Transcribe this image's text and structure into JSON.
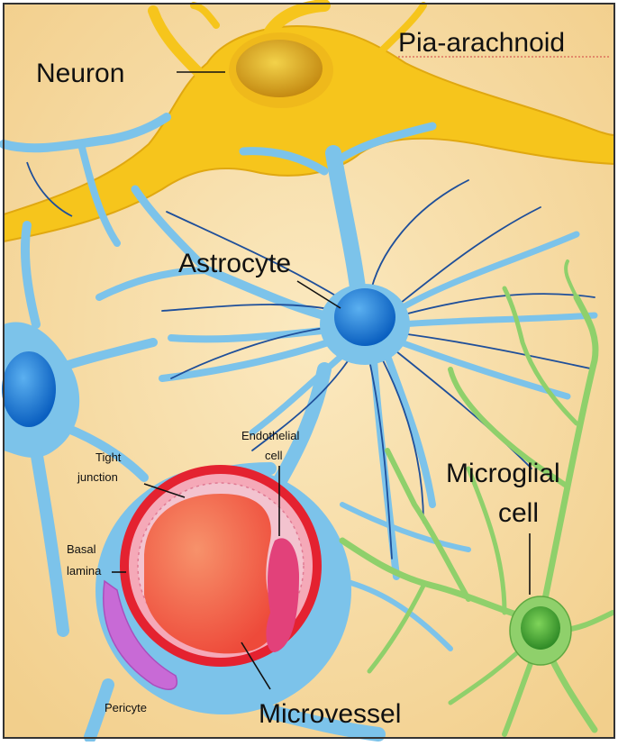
{
  "diagram": {
    "labels": {
      "neuron": "Neuron",
      "pia": "Pia-arachnoid",
      "astrocyte": "Astrocyte",
      "microglial_line1": "Microglial",
      "microglial_line2": "cell",
      "tight_line1": "Tight",
      "tight_line2": "junction",
      "endothelial_line1": "Endothelial",
      "endothelial_line2": "cell",
      "basal_line1": "Basal",
      "basal_line2": "lamina",
      "pericyte": "Pericyte",
      "microvessel": "Microvessel"
    },
    "colors": {
      "background": "#f7dfa6",
      "neuron": "#f6c51c",
      "astrocyte": "#7cc3ea",
      "microglia": "#8fd06b",
      "vessel_wall": "#e42230",
      "vessel_lumen": "#f26a4a",
      "pericyte": "#c86ad6"
    }
  }
}
